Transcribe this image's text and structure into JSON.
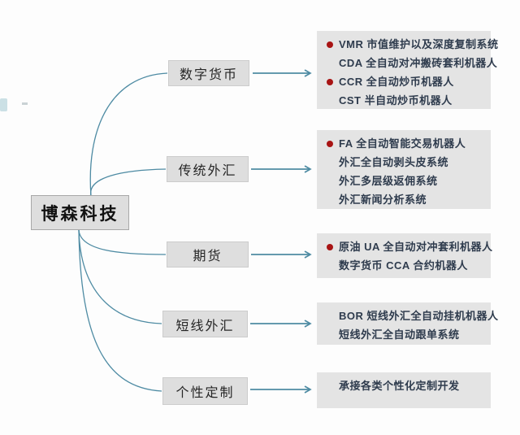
{
  "diagram": {
    "root_label": "博森科技",
    "branches": [
      {
        "label": "数字货币",
        "items": [
          {
            "bullet": true,
            "text": "VMR 市值维护以及深度复制系统"
          },
          {
            "bullet": false,
            "text": "CDA 全自动对冲搬砖套利机器人"
          },
          {
            "bullet": true,
            "text": "CCR 全自动炒币机器人"
          },
          {
            "bullet": false,
            "text": "CST 半自动炒币机器人"
          }
        ]
      },
      {
        "label": "传统外汇",
        "items": [
          {
            "bullet": true,
            "text": "FA 全自动智能交易机器人"
          },
          {
            "bullet": false,
            "text": "外汇全自动剥头皮系统"
          },
          {
            "bullet": false,
            "text": "外汇多层级返佣系统"
          },
          {
            "bullet": false,
            "text": "外汇新闻分析系统"
          }
        ]
      },
      {
        "label": "期货",
        "items": [
          {
            "bullet": true,
            "text": "原油 UA 全自动对冲套利机器人"
          },
          {
            "bullet": false,
            "text": "数字货币 CCA 合约机器人"
          }
        ]
      },
      {
        "label": "短线外汇",
        "items": [
          {
            "bullet": false,
            "text": "BOR 短线外汇全自动挂机机器人"
          },
          {
            "bullet": false,
            "text": "短线外汇全自动跟单系统"
          }
        ]
      },
      {
        "label": "个性定制",
        "items": [
          {
            "bullet": false,
            "text": "承接各类个性化定制开发"
          }
        ]
      }
    ],
    "colors": {
      "connector": "#4e8ba3",
      "bullet": "#a81414",
      "detail_box_bg": "#e4e4e4",
      "node_bg": "#dedede",
      "detail_text": "#2e3b4d"
    }
  }
}
